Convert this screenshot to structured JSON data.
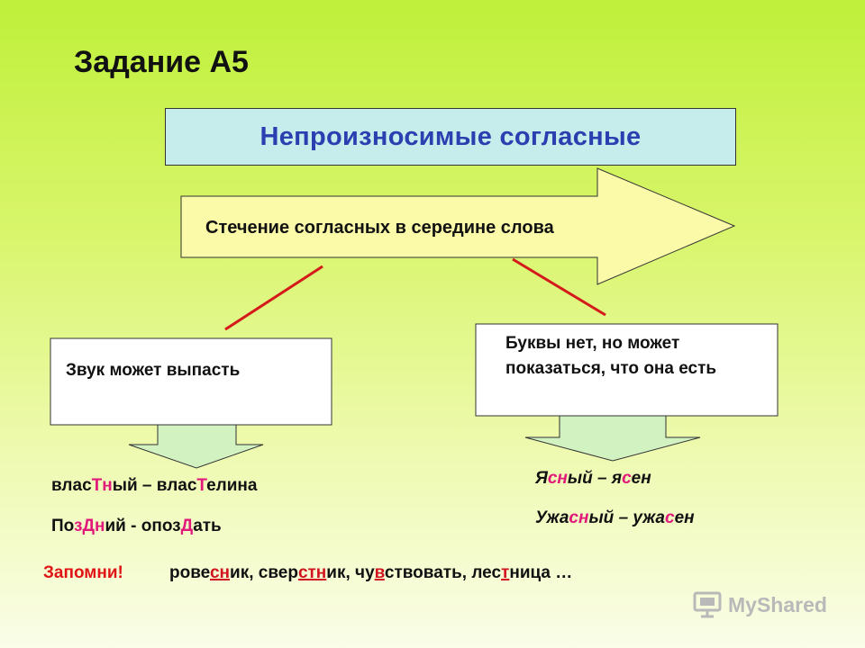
{
  "title": "Задание А5",
  "topic": "Непроизносимые согласные",
  "arrow_label": "Стечение согласных в середине слова",
  "left_box": {
    "label": "Звук может выпасть"
  },
  "right_box": {
    "label": "Буквы нет, но может показаться, что она есть"
  },
  "left_examples": [
    {
      "parts": [
        "влас",
        "Тн",
        "ый – влас",
        "Т",
        "елина"
      ]
    },
    {
      "parts": [
        "По",
        "з",
        "Д",
        "н",
        "ий - опоз",
        "Д",
        "ать"
      ]
    }
  ],
  "right_examples": [
    {
      "parts": [
        "Я",
        "сн",
        "ый – я",
        "с",
        "ен"
      ]
    },
    {
      "parts": [
        "Ужа",
        "сн",
        "ый – ужа",
        "с",
        "ен"
      ]
    }
  ],
  "remember": {
    "label": "Запомни!",
    "words": [
      "рове",
      "сн",
      "ик, свер",
      "стн",
      "ик, чу",
      "в",
      "ствовать, лес",
      "т",
      "ница …"
    ]
  },
  "logo": {
    "text": "MyShared",
    "icon": "presentation-screen-icon"
  },
  "colors": {
    "topic_box_fill": "#c6ecec",
    "topic_text": "#2a3fb0",
    "arrow_fill": "#fafaa8",
    "box_fill": "#ffffff",
    "down_arrow_fill": "#d2f2c2",
    "highlight_pink": "#e0197a",
    "highlight_red": "#d1141f",
    "connector_line": "#d41a1a"
  }
}
